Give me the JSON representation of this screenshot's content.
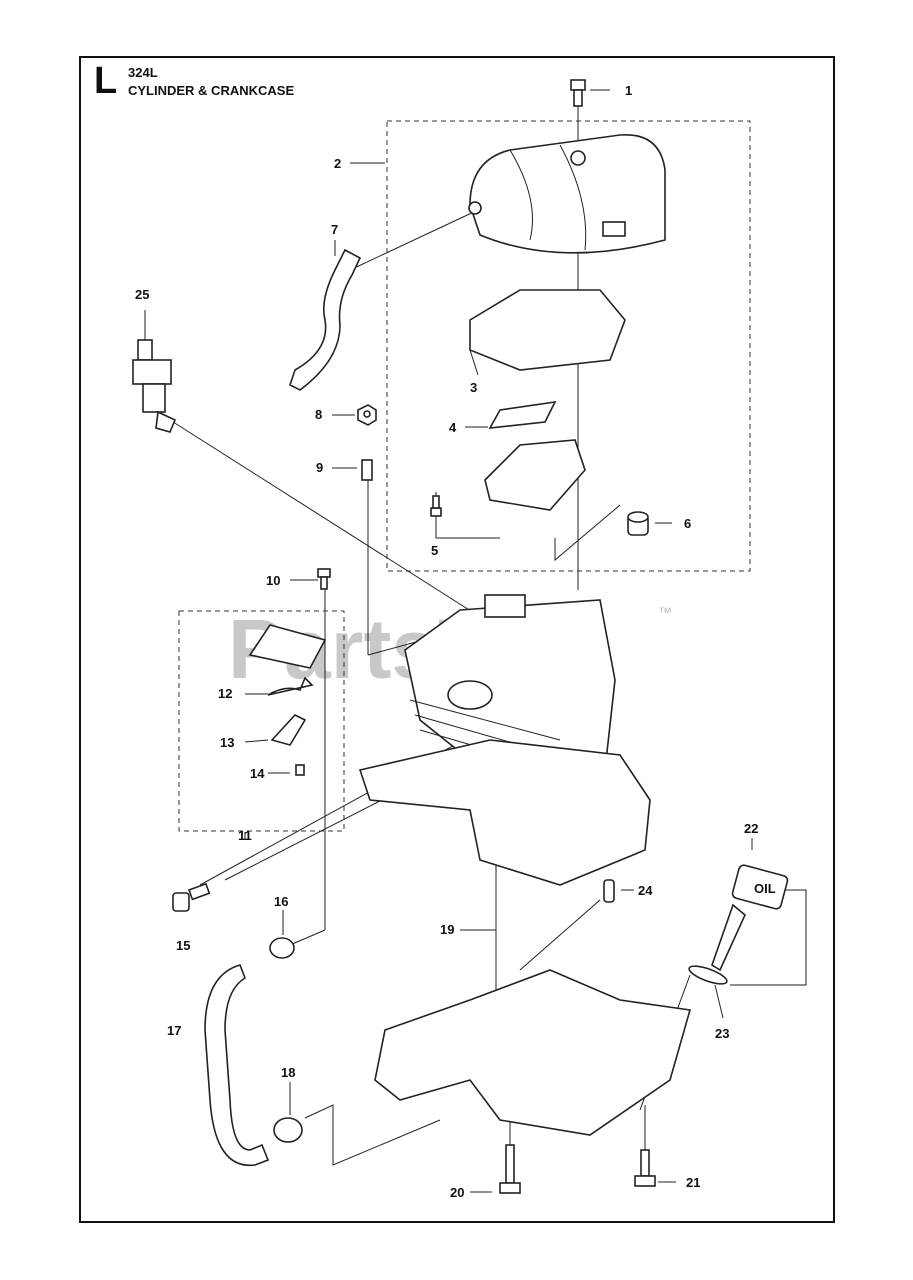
{
  "header": {
    "section_letter": "L",
    "model": "324L",
    "title": "CYLINDER & CRANKCASE"
  },
  "watermark": {
    "text": "PartsTree",
    "trademark": "™"
  },
  "callouts": [
    "1",
    "2",
    "3",
    "4",
    "5",
    "6",
    "7",
    "8",
    "9",
    "10",
    "11",
    "12",
    "13",
    "14",
    "15",
    "16",
    "17",
    "18",
    "19",
    "20",
    "21",
    "22",
    "23",
    "24",
    "25"
  ],
  "oil_cap_label": "OIL"
}
